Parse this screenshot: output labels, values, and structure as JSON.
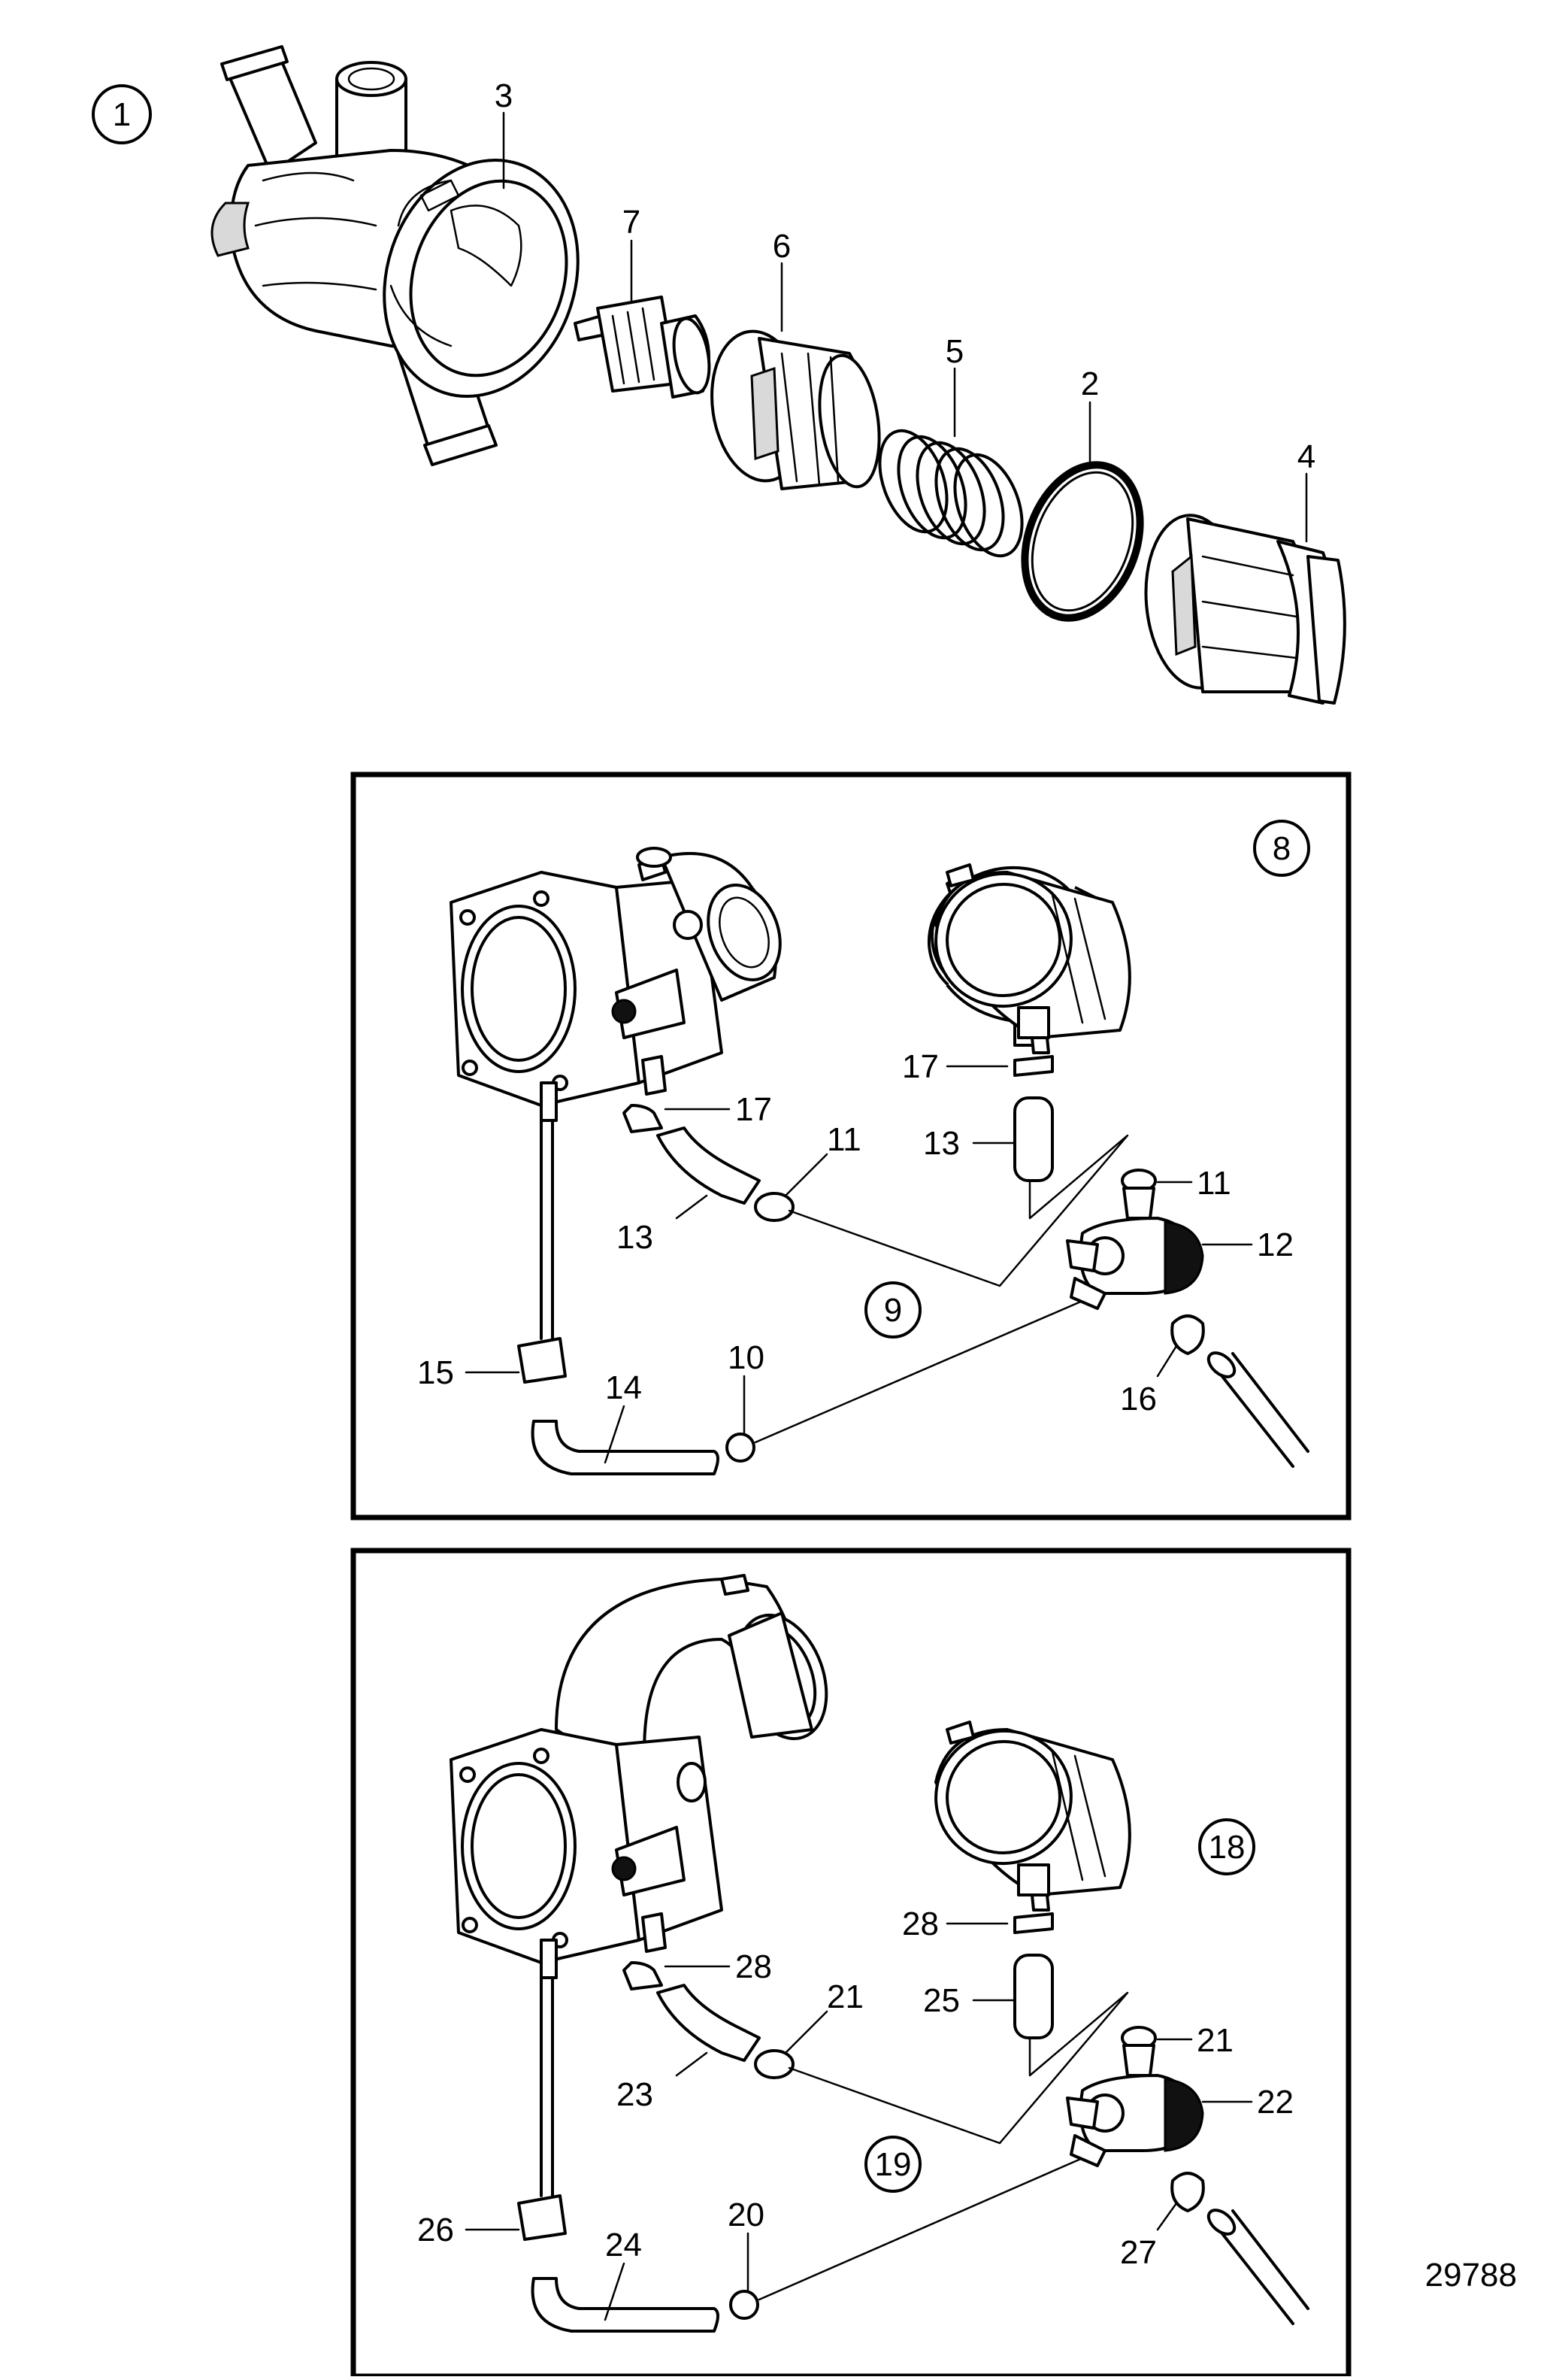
{
  "top": {
    "group_number": "1",
    "labels": {
      "l3": "3",
      "l7": "7",
      "l6": "6",
      "l5": "5",
      "l2": "2",
      "l4": "4"
    }
  },
  "panel_a": {
    "group_number": "8",
    "sub_number": "9",
    "labels": {
      "l17a": "17",
      "l17b": "17",
      "l11a": "11",
      "l11b": "11",
      "l13a": "13",
      "l13b": "13",
      "l12": "12",
      "l15": "15",
      "l14": "14",
      "l10": "10",
      "l16": "16"
    }
  },
  "panel_b": {
    "group_number": "18",
    "sub_number": "19",
    "labels": {
      "l28a": "28",
      "l28b": "28",
      "l21a": "21",
      "l21b": "21",
      "l23": "23",
      "l25": "25",
      "l22": "22",
      "l26": "26",
      "l24": "24",
      "l20": "20",
      "l27": "27"
    }
  },
  "drawing_number": "29788",
  "colors": {
    "ink": "#000000",
    "paper": "#ffffff",
    "shade": "#d9d9d9"
  }
}
